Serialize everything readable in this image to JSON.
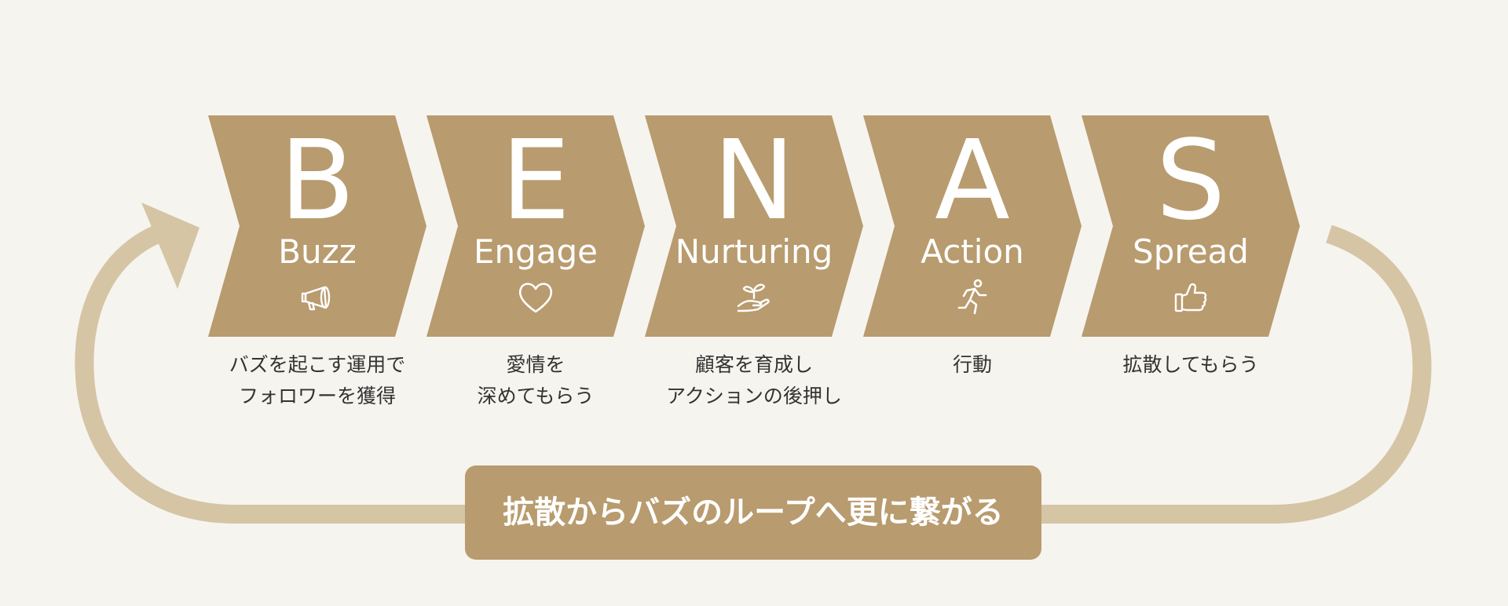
{
  "colors": {
    "background": "#f6f4ef",
    "chevron": "#b89b6e",
    "loop_arrow": "#d5c5a5",
    "text_dark": "#333333",
    "text_light": "#ffffff"
  },
  "steps": [
    {
      "letter": "B",
      "word": "Buzz",
      "icon": "megaphone-icon",
      "desc": "バズを起こす運用で\nフォロワーを獲得"
    },
    {
      "letter": "E",
      "word": "Engage",
      "icon": "heart-icon",
      "desc": "愛情を\n深めてもらう"
    },
    {
      "letter": "N",
      "word": "Nurturing",
      "icon": "sprout-in-hand-icon",
      "desc": "顧客を育成し\nアクションの後押し"
    },
    {
      "letter": "A",
      "word": "Action",
      "icon": "running-person-icon",
      "desc": "行動"
    },
    {
      "letter": "S",
      "word": "Spread",
      "icon": "thumbs-up-icon",
      "desc": "拡散してもらう"
    }
  ],
  "banner": {
    "text": "拡散からバズのループへ更に繋がる"
  }
}
